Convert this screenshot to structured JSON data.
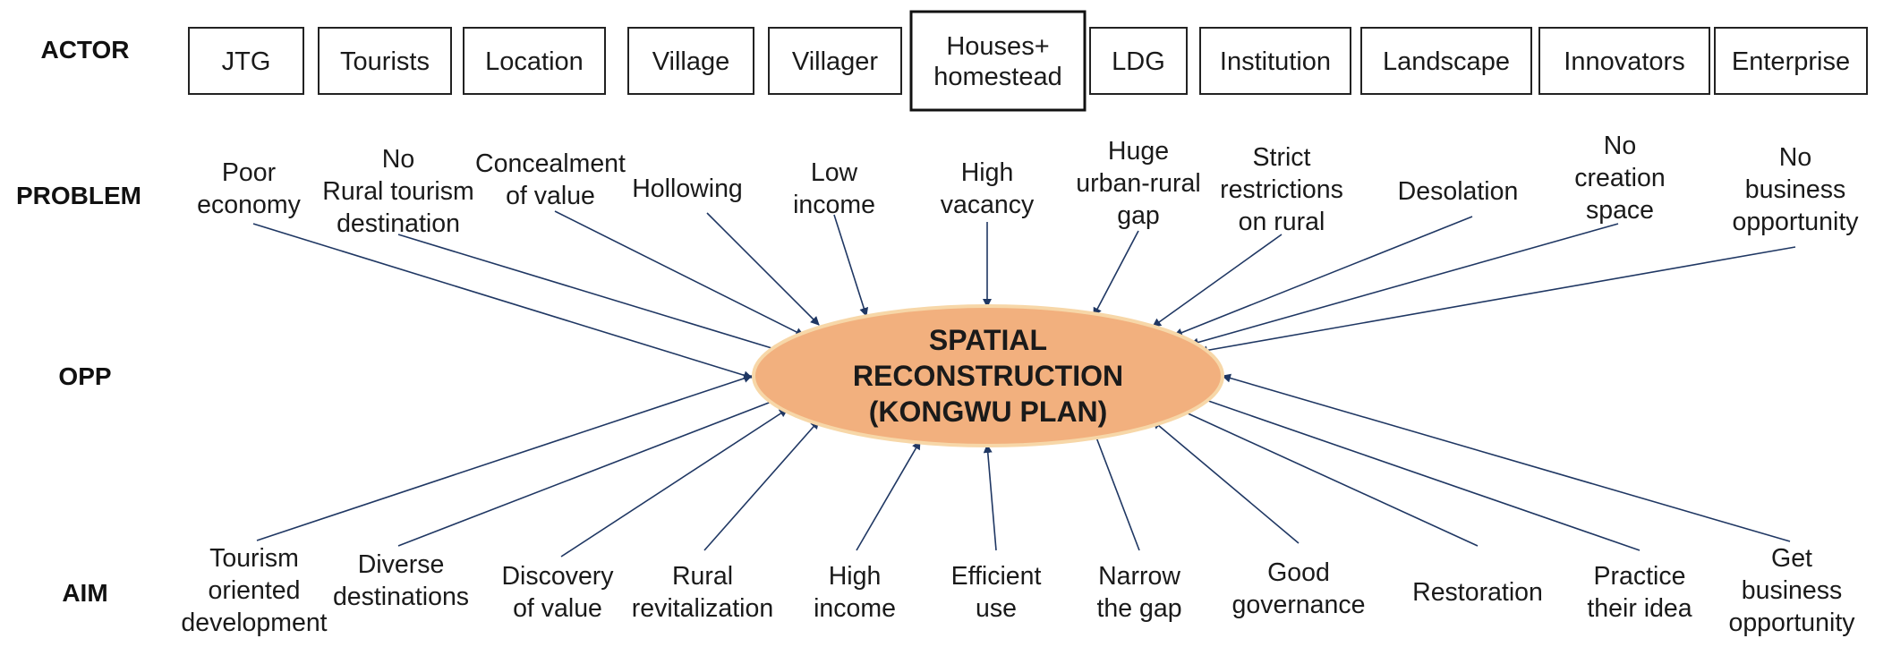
{
  "row_labels": {
    "actor": "ACTOR",
    "problem": "PROBLEM",
    "opp": "OPP",
    "aim": "AIM"
  },
  "actors": [
    [
      "JTG"
    ],
    [
      "Tourists"
    ],
    [
      "Location"
    ],
    [
      "Village"
    ],
    [
      "Villager"
    ],
    [
      "Houses+",
      "homestead"
    ],
    [
      "LDG"
    ],
    [
      "Institution"
    ],
    [
      "Landscape"
    ],
    [
      "Innovators"
    ],
    [
      "Enterprise"
    ]
  ],
  "center": [
    "SPATIAL",
    "RECONSTRUCTION",
    "(KONGWU PLAN)"
  ],
  "problems": [
    [
      "Poor",
      "economy"
    ],
    [
      "No",
      "Rural tourism",
      "destination"
    ],
    [
      "Concealment",
      "of value"
    ],
    [
      "Hollowing"
    ],
    [
      "Low",
      "income"
    ],
    [
      "High",
      "vacancy"
    ],
    [
      "Huge",
      "urban-rural",
      "gap"
    ],
    [
      "Strict",
      "restrictions",
      "on rural"
    ],
    [
      "Desolation"
    ],
    [
      "No",
      "creation",
      "space"
    ],
    [
      "No",
      "business",
      "opportunity"
    ]
  ],
  "aims": [
    [
      "Tourism",
      "oriented",
      "development"
    ],
    [
      "Diverse",
      "destinations"
    ],
    [
      "Discovery",
      "of value"
    ],
    [
      "Rural",
      "revitalization"
    ],
    [
      "High",
      "income"
    ],
    [
      "Efficient",
      "use"
    ],
    [
      "Narrow",
      "the gap"
    ],
    [
      "Good",
      "governance"
    ],
    [
      "Restoration"
    ],
    [
      "Practice",
      "their idea"
    ],
    [
      "Get",
      "business",
      "opportunity"
    ]
  ],
  "colors": {
    "ellipse_fill": "#f2b07e",
    "ellipse_stroke": "#f7d7a8",
    "arrow": "#1f3763",
    "box_stroke": "#222222"
  }
}
